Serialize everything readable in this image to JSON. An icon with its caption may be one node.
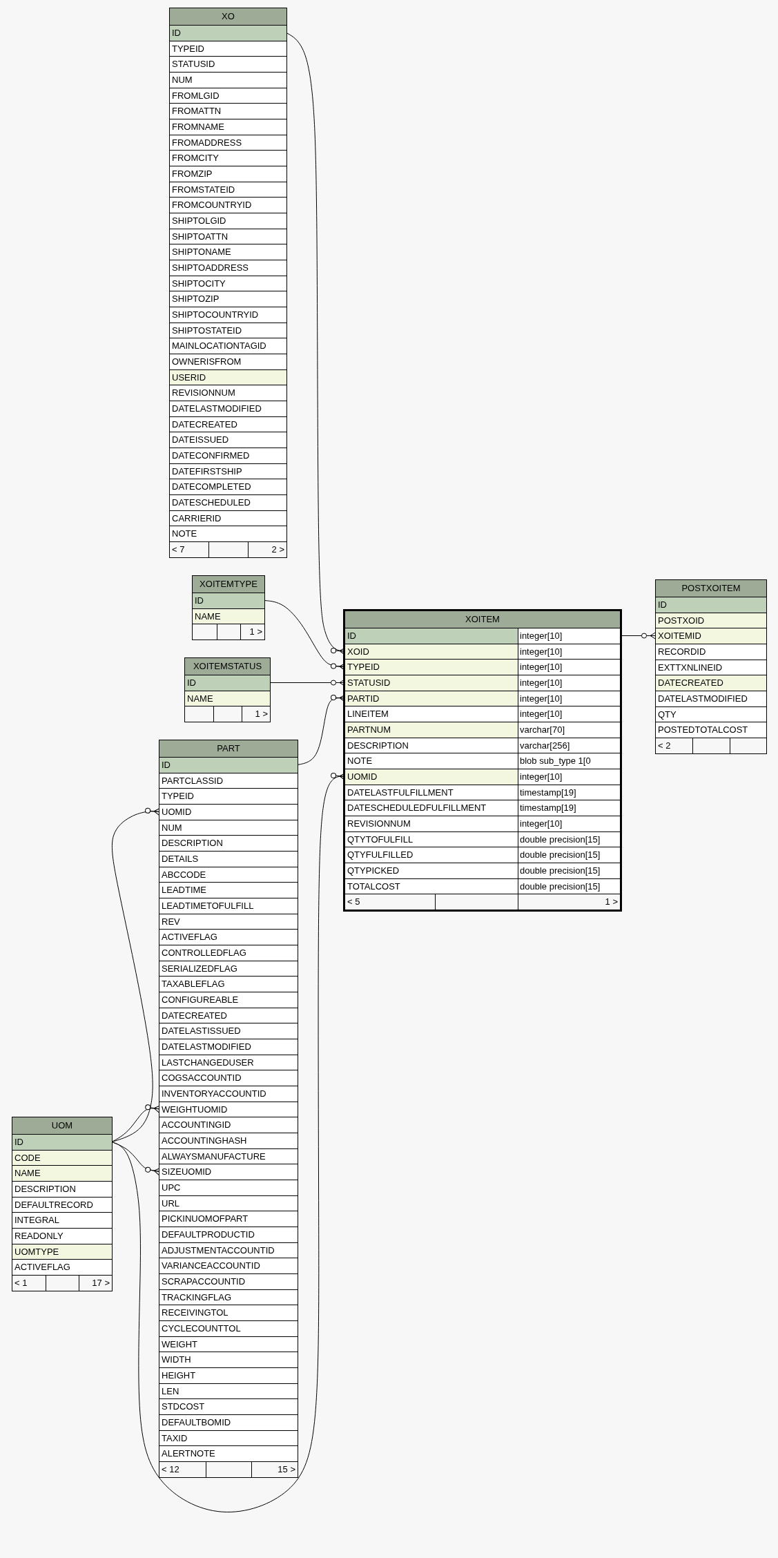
{
  "diagram": {
    "nodes": [
      {
        "text": [
          "XO"
        ]
      },
      {
        "text": [
          "ID"
        ],
        "in": 0
      },
      {
        "text": [
          "TYPEID"
        ],
        "in": 0
      },
      {
        "text": [
          "STATUSID"
        ],
        "in": 0
      },
      {
        "text": [
          "NUM"
        ],
        "in": 0
      },
      {
        "text": [
          "FROMLGID"
        ],
        "in": 0
      },
      {
        "text": [
          "FROMATTN"
        ],
        "in": 0
      },
      {
        "text": [
          "FROMNAME"
        ],
        "in": 0
      },
      {
        "text": [
          "FROMADDRESS"
        ],
        "in": 0
      },
      {
        "text": [
          "FROMCITY"
        ],
        "in": 0
      },
      {
        "text": [
          "FROMZIP"
        ],
        "in": 0
      },
      {
        "text": [
          "FROMSTATEID"
        ],
        "in": 0
      },
      {
        "text": [
          "FROMCOUNTRYID"
        ],
        "in": 0
      },
      {
        "text": [
          "SHIPTOLGID"
        ],
        "in": 0
      },
      {
        "text": [
          "SHIPTOATTN"
        ],
        "in": 0
      },
      {
        "text": [
          "SHIPTONAME"
        ],
        "in": 0
      },
      {
        "text": [
          "SHIPTOADDRESS"
        ],
        "in": 0
      },
      {
        "text": [
          "SHIPTOCITY"
        ],
        "in": 0
      },
      {
        "text": [
          "SHIPTOZIP"
        ],
        "in": 0
      },
      {
        "text": [
          "SHIPTOCOUNTRYID"
        ],
        "in": 0
      },
      {
        "text": [
          "SHIPTOSTATEID"
        ],
        "in": 0
      },
      {
        "text": [
          "MAINLOCATIONTAGID"
        ],
        "in": 0
      },
      {
        "text": [
          "OWNERISFROM"
        ],
        "in": 0
      },
      {
        "text": [
          "USERID"
        ],
        "in": 0
      },
      {
        "text": [
          "REVISIONNUM"
        ],
        "in": 0
      },
      {
        "text": [
          "DATELASTMODIFIED"
        ],
        "in": 0
      },
      {
        "text": [
          "DATECREATED"
        ],
        "in": 0
      },
      {
        "text": [
          "DATEISSUED"
        ],
        "in": 0
      },
      {
        "text": [
          "DATECONFIRMED"
        ],
        "in": 0
      },
      {
        "text": [
          "DATEFIRSTSHIP"
        ],
        "in": 0
      },
      {
        "text": [
          "DATECOMPLETED"
        ],
        "in": 0
      },
      {
        "text": [
          "DATESCHEDULED"
        ],
        "in": 0
      },
      {
        "text": [
          "CARRIERID"
        ],
        "in": 0
      },
      {
        "text": [
          "NOTE"
        ],
        "in": 0
      },
      {
        "text": [
          "< 7"
        ],
        "in": 0
      },
      {
        "text": [],
        "shape": "box",
        "in": 0
      },
      {
        "text": [
          "2 >"
        ],
        "in": 0
      },
      {
        "text": [
          "XOITEMTYPE"
        ]
      },
      {
        "text": [
          "ID"
        ],
        "in": 37
      },
      {
        "text": [
          "NAME"
        ],
        "in": 37
      },
      {
        "text": [],
        "shape": "box",
        "in": 37
      },
      {
        "text": [],
        "shape": "box",
        "in": 37
      },
      {
        "text": [
          "1 >"
        ],
        "in": 37
      },
      {
        "text": [
          "XOITEMSTATUS"
        ]
      },
      {
        "text": [
          "ID"
        ],
        "in": 43
      },
      {
        "text": [
          "NAME"
        ],
        "in": 43
      },
      {
        "text": [],
        "shape": "box",
        "in": 43
      },
      {
        "text": [],
        "shape": "box",
        "in": 43
      },
      {
        "text": [
          "1 >"
        ],
        "in": 43
      },
      {
        "text": [
          "XOITEM"
        ]
      },
      {
        "text": [
          "ID",
          "integer[10]"
        ],
        "in": 49
      },
      {
        "text": [
          "XOID",
          "integer[10]"
        ],
        "in": 49
      },
      {
        "text": [
          "TYPEID",
          "integer[10]"
        ],
        "in": 49
      },
      {
        "text": [
          "STATUSID",
          "integer[10]"
        ],
        "in": 49
      },
      {
        "text": [
          "PARTID",
          "integer[10]"
        ],
        "in": 49
      },
      {
        "text": [
          "LINEITEM",
          "integer[10]"
        ],
        "in": 49
      },
      {
        "text": [
          "PARTNUM",
          "varchar[70]"
        ],
        "in": 49
      },
      {
        "text": [
          "DESCRIPTION",
          "varchar[256]"
        ],
        "in": 49
      },
      {
        "text": [
          "NOTE",
          "blob sub_type 1[0"
        ],
        "in": 49
      },
      {
        "text": [
          "UOMID",
          "integer[10]"
        ],
        "in": 49
      },
      {
        "text": [
          "DATELASTFULFILLMENT",
          "timestamp[19]"
        ],
        "in": 49
      },
      {
        "text": [
          "DATESCHEDULEDFULFILLMENT",
          "timestamp[19]"
        ],
        "in": 49
      },
      {
        "text": [
          "REVISIONNUM",
          "integer[10]"
        ],
        "in": 49
      },
      {
        "text": [
          "QTYTOFULFILL",
          "double precision[15]"
        ],
        "in": 49
      },
      {
        "text": [
          "QTYFULFILLED",
          "double precision[15]"
        ],
        "in": 49
      },
      {
        "text": [
          "QTYPICKED",
          "double precision[15]"
        ],
        "in": 49
      },
      {
        "text": [
          "TOTALCOST",
          "double precision[15]"
        ],
        "in": 49
      },
      {
        "text": [
          "< 5"
        ],
        "in": 49
      },
      {
        "text": [],
        "shape": "box",
        "in": 49
      },
      {
        "text": [
          "1 >"
        ],
        "in": 49
      },
      {
        "text": [
          "POSTXOITEM"
        ]
      },
      {
        "text": [
          "ID"
        ],
        "in": 70
      },
      {
        "text": [
          "POSTXOID"
        ],
        "in": 70
      },
      {
        "text": [
          "XOITEMID"
        ],
        "in": 70
      },
      {
        "text": [
          "RECORDID"
        ],
        "in": 70
      },
      {
        "text": [
          "EXTTXNLINEID"
        ],
        "in": 70
      },
      {
        "text": [
          "DATECREATED"
        ],
        "in": 70
      },
      {
        "text": [
          "DATELASTMODIFIED"
        ],
        "in": 70
      },
      {
        "text": [
          "QTY"
        ],
        "in": 70
      },
      {
        "text": [
          "POSTEDTOTALCOST"
        ],
        "in": 70
      },
      {
        "text": [
          "< 2"
        ],
        "in": 70
      },
      {
        "text": [],
        "shape": "box",
        "in": 70
      },
      {
        "text": [],
        "shape": "box",
        "in": 70
      },
      {
        "text": [
          "PART"
        ]
      },
      {
        "text": [
          "ID"
        ],
        "in": 83
      },
      {
        "text": [
          "PARTCLASSID"
        ],
        "in": 83
      },
      {
        "text": [
          "TYPEID"
        ],
        "in": 83
      },
      {
        "text": [
          "UOMID"
        ],
        "in": 83
      },
      {
        "text": [
          "NUM"
        ],
        "in": 83
      },
      {
        "text": [
          "DESCRIPTION"
        ],
        "in": 83
      },
      {
        "text": [
          "DETAILS"
        ],
        "in": 83
      },
      {
        "text": [
          "ABCCODE"
        ],
        "in": 83
      },
      {
        "text": [
          "LEADTIME"
        ],
        "in": 83
      },
      {
        "text": [
          "LEADTIMETOFULFILL"
        ],
        "in": 83
      },
      {
        "text": [
          "REV"
        ],
        "in": 83
      },
      {
        "text": [
          "ACTIVEFLAG"
        ],
        "in": 83
      },
      {
        "text": [
          "CONTROLLEDFLAG"
        ],
        "in": 83
      },
      {
        "text": [
          "SERIALIZEDFLAG"
        ],
        "in": 83
      },
      {
        "text": [
          "TAXABLEFLAG"
        ],
        "in": 83
      },
      {
        "text": [
          "CONFIGUREABLE"
        ],
        "in": 83
      },
      {
        "text": [
          "DATECREATED"
        ],
        "in": 83
      },
      {
        "text": [
          "DATELASTISSUED"
        ],
        "in": 83
      },
      {
        "text": [
          "DATELASTMODIFIED"
        ],
        "in": 83
      },
      {
        "text": [
          "LASTCHANGEDUSER"
        ],
        "in": 83
      },
      {
        "text": [
          "COGSACCOUNTID"
        ],
        "in": 83
      },
      {
        "text": [
          "INVENTORYACCOUNTID"
        ],
        "in": 83
      },
      {
        "text": [
          "WEIGHTUOMID"
        ],
        "in": 83
      },
      {
        "text": [
          "ACCOUNTINGID"
        ],
        "in": 83
      },
      {
        "text": [
          "ACCOUNTINGHASH"
        ],
        "in": 83
      },
      {
        "text": [
          "ALWAYSMANUFACTURE"
        ],
        "in": 83
      },
      {
        "text": [
          "SIZEUOMID"
        ],
        "in": 83
      },
      {
        "text": [
          "UPC"
        ],
        "in": 83
      },
      {
        "text": [
          "URL"
        ],
        "in": 83
      },
      {
        "text": [
          "PICKINUOMOFPART"
        ],
        "in": 83
      },
      {
        "text": [
          "DEFAULTPRODUCTID"
        ],
        "in": 83
      },
      {
        "text": [
          "ADJUSTMENTACCOUNTID"
        ],
        "in": 83
      },
      {
        "text": [
          "VARIANCEACCOUNTID"
        ],
        "in": 83
      },
      {
        "text": [
          "SCRAPACCOUNTID"
        ],
        "in": 83
      },
      {
        "text": [
          "TRACKINGFLAG"
        ],
        "in": 83
      },
      {
        "text": [
          "RECEIVINGTOL"
        ],
        "in": 83
      },
      {
        "text": [
          "CYCLECOUNTTOL"
        ],
        "in": 83
      },
      {
        "text": [
          "WEIGHT"
        ],
        "in": 83
      },
      {
        "text": [
          "WIDTH"
        ],
        "in": 83
      },
      {
        "text": [
          "HEIGHT"
        ],
        "in": 83
      },
      {
        "text": [
          "LEN"
        ],
        "in": 83
      },
      {
        "text": [
          "STDCOST"
        ],
        "in": 83
      },
      {
        "text": [
          "DEFAULTBOMID"
        ],
        "in": 83
      },
      {
        "text": [
          "TAXID"
        ],
        "in": 83
      },
      {
        "text": [
          "ALERTNOTE"
        ],
        "in": 83
      },
      {
        "text": [
          "< 12"
        ],
        "in": 83
      },
      {
        "text": [],
        "shape": "box",
        "in": 83
      },
      {
        "text": [
          "15 >"
        ],
        "in": 83
      },
      {
        "text": [
          "UOM"
        ]
      },
      {
        "text": [
          "ID"
        ],
        "in": 132
      },
      {
        "text": [
          "CODE"
        ],
        "in": 132
      },
      {
        "text": [
          "NAME"
        ],
        "in": 132
      },
      {
        "text": [
          "DESCRIPTION"
        ],
        "in": 132
      },
      {
        "text": [
          "DEFAULTRECORD"
        ],
        "in": 132
      },
      {
        "text": [
          "INTEGRAL"
        ],
        "in": 132
      },
      {
        "text": [
          "READONLY"
        ],
        "in": 132
      },
      {
        "text": [
          "UOMTYPE"
        ],
        "in": 132
      },
      {
        "text": [
          "ACTIVEFLAG"
        ],
        "in": 132
      },
      {
        "text": [
          "< 1"
        ],
        "in": 132
      },
      {
        "text": [],
        "shape": "box",
        "in": 132
      },
      {
        "text": [
          "17 >"
        ],
        "in": 132
      }
    ],
    "edges": [
      {
        "from": 1,
        "to": 51,
        "arrow": "other"
      },
      {
        "from": 38,
        "to": 52,
        "arrow": "other"
      },
      {
        "from": 44,
        "to": 53,
        "arrow": "other"
      },
      {
        "from": 84,
        "to": 54,
        "arrow": "other"
      },
      {
        "from": 133,
        "to": 59,
        "arrow": "other"
      },
      {
        "from": 50,
        "to": 73,
        "arrow": "other"
      },
      {
        "from": 133,
        "to": 87,
        "arrow": "other"
      },
      {
        "from": 133,
        "to": 106,
        "arrow": "other"
      },
      {
        "from": 133,
        "to": 110,
        "arrow": "other"
      }
    ]
  }
}
